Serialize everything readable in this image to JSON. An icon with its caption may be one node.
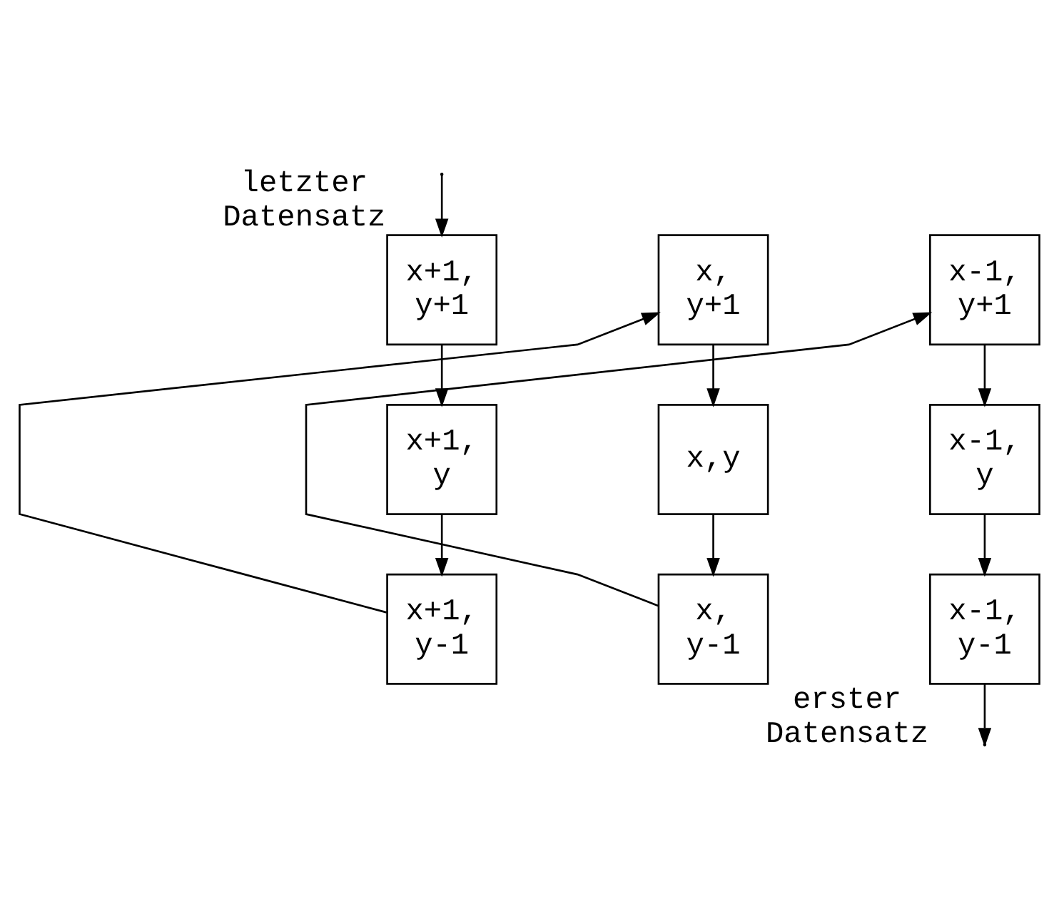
{
  "diagram": {
    "nodes": [
      {
        "text": [
          "x+1, y+1"
        ],
        "beside": [
          "letzter Datensatz"
        ]
      },
      {
        "text": [
          "x+1, y"
        ]
      },
      {
        "text": [
          "x+1, y-1"
        ]
      },
      {
        "text": [
          "x, y+1"
        ]
      },
      {
        "text": [
          "x,y"
        ]
      },
      {
        "text": [
          "x, y-1"
        ]
      },
      {
        "text": [
          "x-1, y+1"
        ]
      },
      {
        "text": [
          "x-1, y"
        ]
      },
      {
        "text": [
          "x-1, y-1"
        ],
        "beside": [
          "erster Datensatz"
        ]
      }
    ],
    "edges": [
      {
        "from": null,
        "to": 0,
        "arrow": "to"
      },
      {
        "from": 0,
        "to": 1,
        "arrow": "to"
      },
      {
        "from": 1,
        "to": 2,
        "arrow": "to"
      },
      {
        "from": 2,
        "to": 3,
        "arrow": "to"
      },
      {
        "from": 3,
        "to": 4,
        "arrow": "to"
      },
      {
        "from": 4,
        "to": 5,
        "arrow": "to"
      },
      {
        "from": 5,
        "to": 6,
        "arrow": "to"
      },
      {
        "from": 6,
        "to": 7,
        "arrow": "to"
      },
      {
        "from": 7,
        "to": 8,
        "arrow": "to"
      },
      {
        "from": 8,
        "to": null,
        "arrow": "to"
      }
    ]
  }
}
